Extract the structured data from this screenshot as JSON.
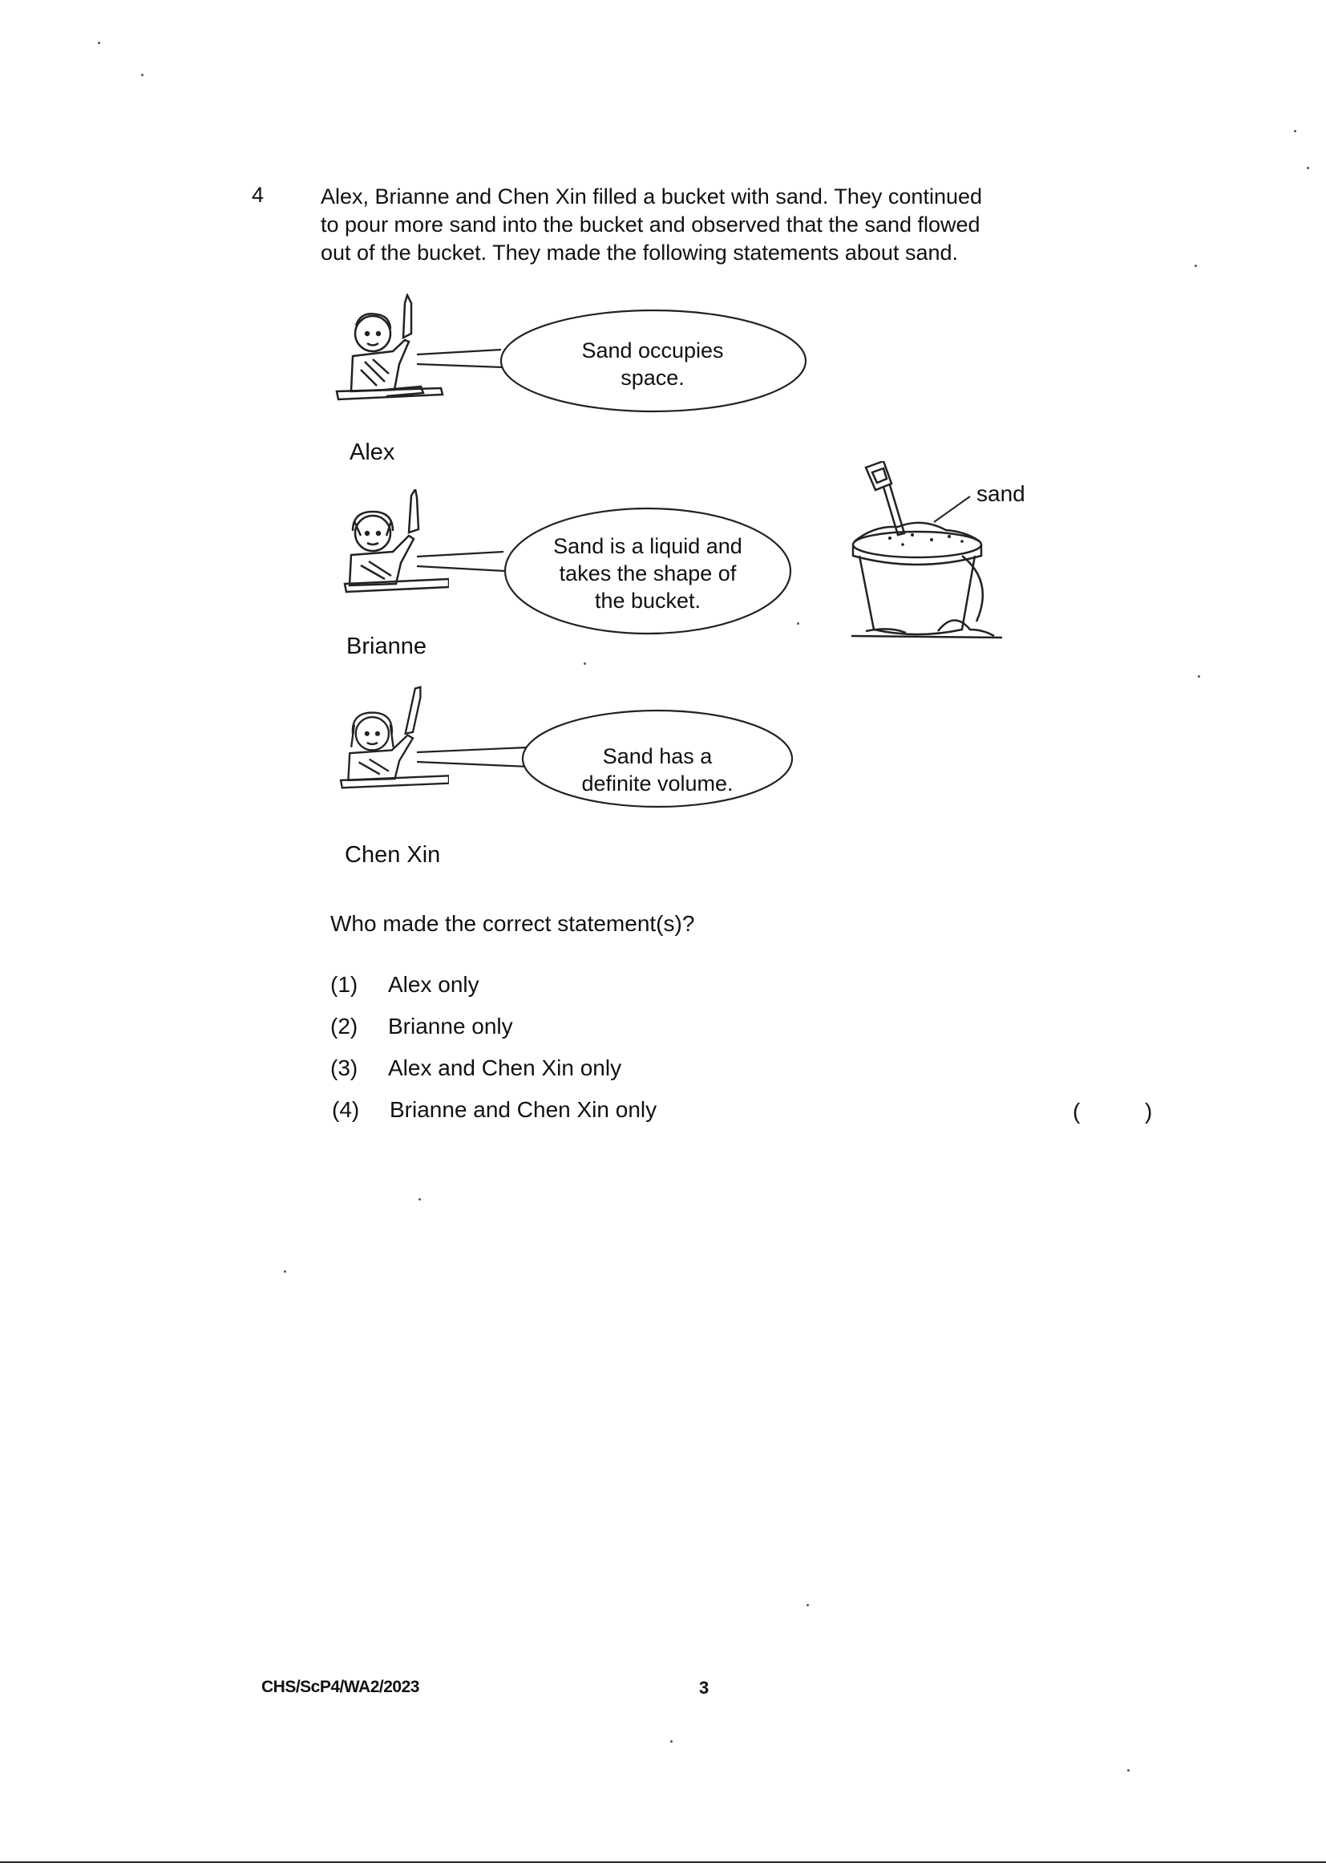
{
  "question": {
    "number": "4",
    "stem_lines": [
      "Alex, Brianne and Chen Xin filled a bucket with sand. They continued",
      "to pour more sand into the bucket and observed that the sand flowed",
      "out of the bucket. They made the following statements about sand."
    ],
    "statements": [
      {
        "name": "Alex",
        "lines": [
          "Sand occupies",
          "space."
        ]
      },
      {
        "name": "Brianne",
        "lines": [
          "Sand is a liquid and",
          "takes the shape of",
          "the bucket."
        ]
      },
      {
        "name": "Chen Xin",
        "lines": [
          "Sand has a",
          "definite volume."
        ]
      }
    ],
    "bucket_label": "sand",
    "prompt": "Who made the correct statement(s)?",
    "options": [
      {
        "num": "(1)",
        "text": "Alex only"
      },
      {
        "num": "(2)",
        "text": "Brianne only"
      },
      {
        "num": "(3)",
        "text": "Alex and Chen Xin only"
      },
      {
        "num": "(4)",
        "text": "Brianne and Chen Xin only"
      }
    ],
    "answer_bracket_open": "(",
    "answer_bracket_close": ")"
  },
  "footer": {
    "code": "CHS/ScP4/WA2/2023",
    "page": "3"
  }
}
